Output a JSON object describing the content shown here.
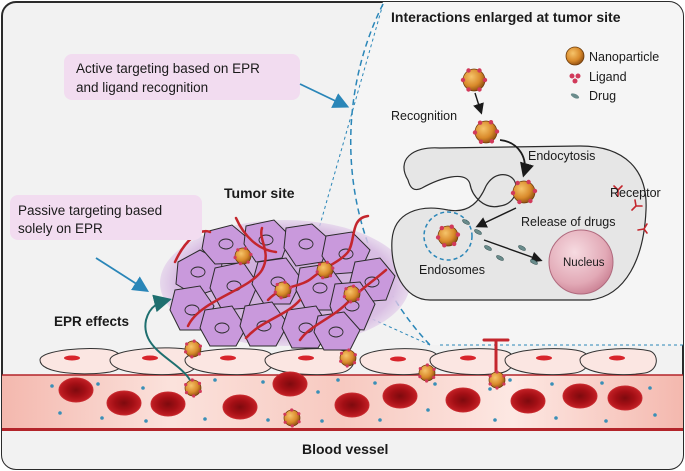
{
  "labels": {
    "inset_title": "Interactions enlarged at tumor site",
    "active_line1": "Active targeting based on EPR",
    "active_line2": "and ligand recognition",
    "passive_line1": "Passive targeting based",
    "passive_line2": "solely on EPR",
    "tumor_site": "Tumor site",
    "epr_effects": "EPR effects",
    "blood_vessel": "Blood vessel",
    "recognition": "Recognition",
    "endocytosis": "Endocytosis",
    "release_of_drugs": "Release of drugs",
    "endosomes": "Endosomes",
    "nucleus": "Nucleus",
    "receptor": "Receptor"
  },
  "legend": [
    {
      "icon": "nanoparticle-icon",
      "label": "Nanoparticle"
    },
    {
      "icon": "ligand-icon",
      "label": "Ligand"
    },
    {
      "icon": "drug-icon",
      "label": "Drug"
    }
  ],
  "colors": {
    "frame_border": "#2b2b2b",
    "panel_bg": "#f2f2f2",
    "callout_fill": "#f2dcf0",
    "tumor_halo": "#c9a8d6",
    "tumor_cell": "#c999dc",
    "vessel_pink": "#f6c2b8",
    "red_blood_cell": "#c1161c",
    "nanoparticle": "#d98a2b",
    "ligand": "#d13a5a",
    "arrow_blue": "#2a86b8",
    "teal_arrow": "#1e6f6f",
    "cell_gray": "#e6e6e6",
    "nucleus_pink": "#e8b7c2"
  }
}
